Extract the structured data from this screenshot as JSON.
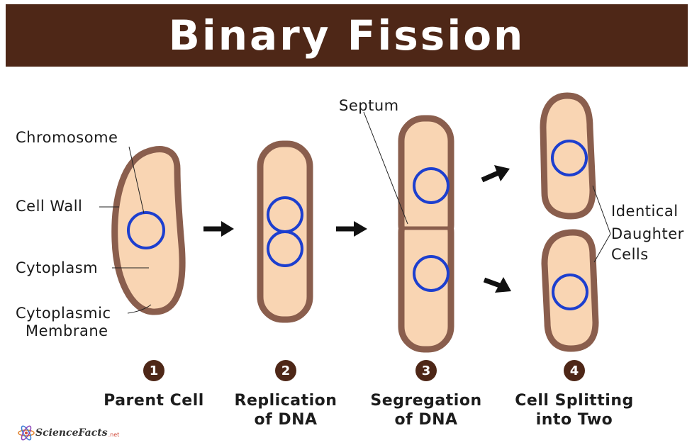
{
  "title": "Binary Fission",
  "labels": {
    "chromosome": "Chromosome",
    "cell_wall": "Cell Wall",
    "cytoplasm": "Cytoplasm",
    "membrane_line1": "Cytoplasmic",
    "membrane_line2": "Membrane",
    "septum": "Septum",
    "daughter_line1": "Identical",
    "daughter_line2": "Daughter",
    "daughter_line3": "Cells"
  },
  "steps": [
    {
      "number": "1",
      "line1": "Parent Cell",
      "line2": ""
    },
    {
      "number": "2",
      "line1": "Replication",
      "line2": "of DNA"
    },
    {
      "number": "3",
      "line1": "Segregation",
      "line2": "of DNA"
    },
    {
      "number": "4",
      "line1": "Cell Splitting",
      "line2": "into Two"
    }
  ],
  "brand": {
    "name": "ScienceFacts",
    "suffix": ".net"
  },
  "colors": {
    "banner": "#4e2717",
    "cell_wall": "#8a5e4d",
    "cytoplasm": "#f9d5b3",
    "dna": "#1d3fcf"
  }
}
